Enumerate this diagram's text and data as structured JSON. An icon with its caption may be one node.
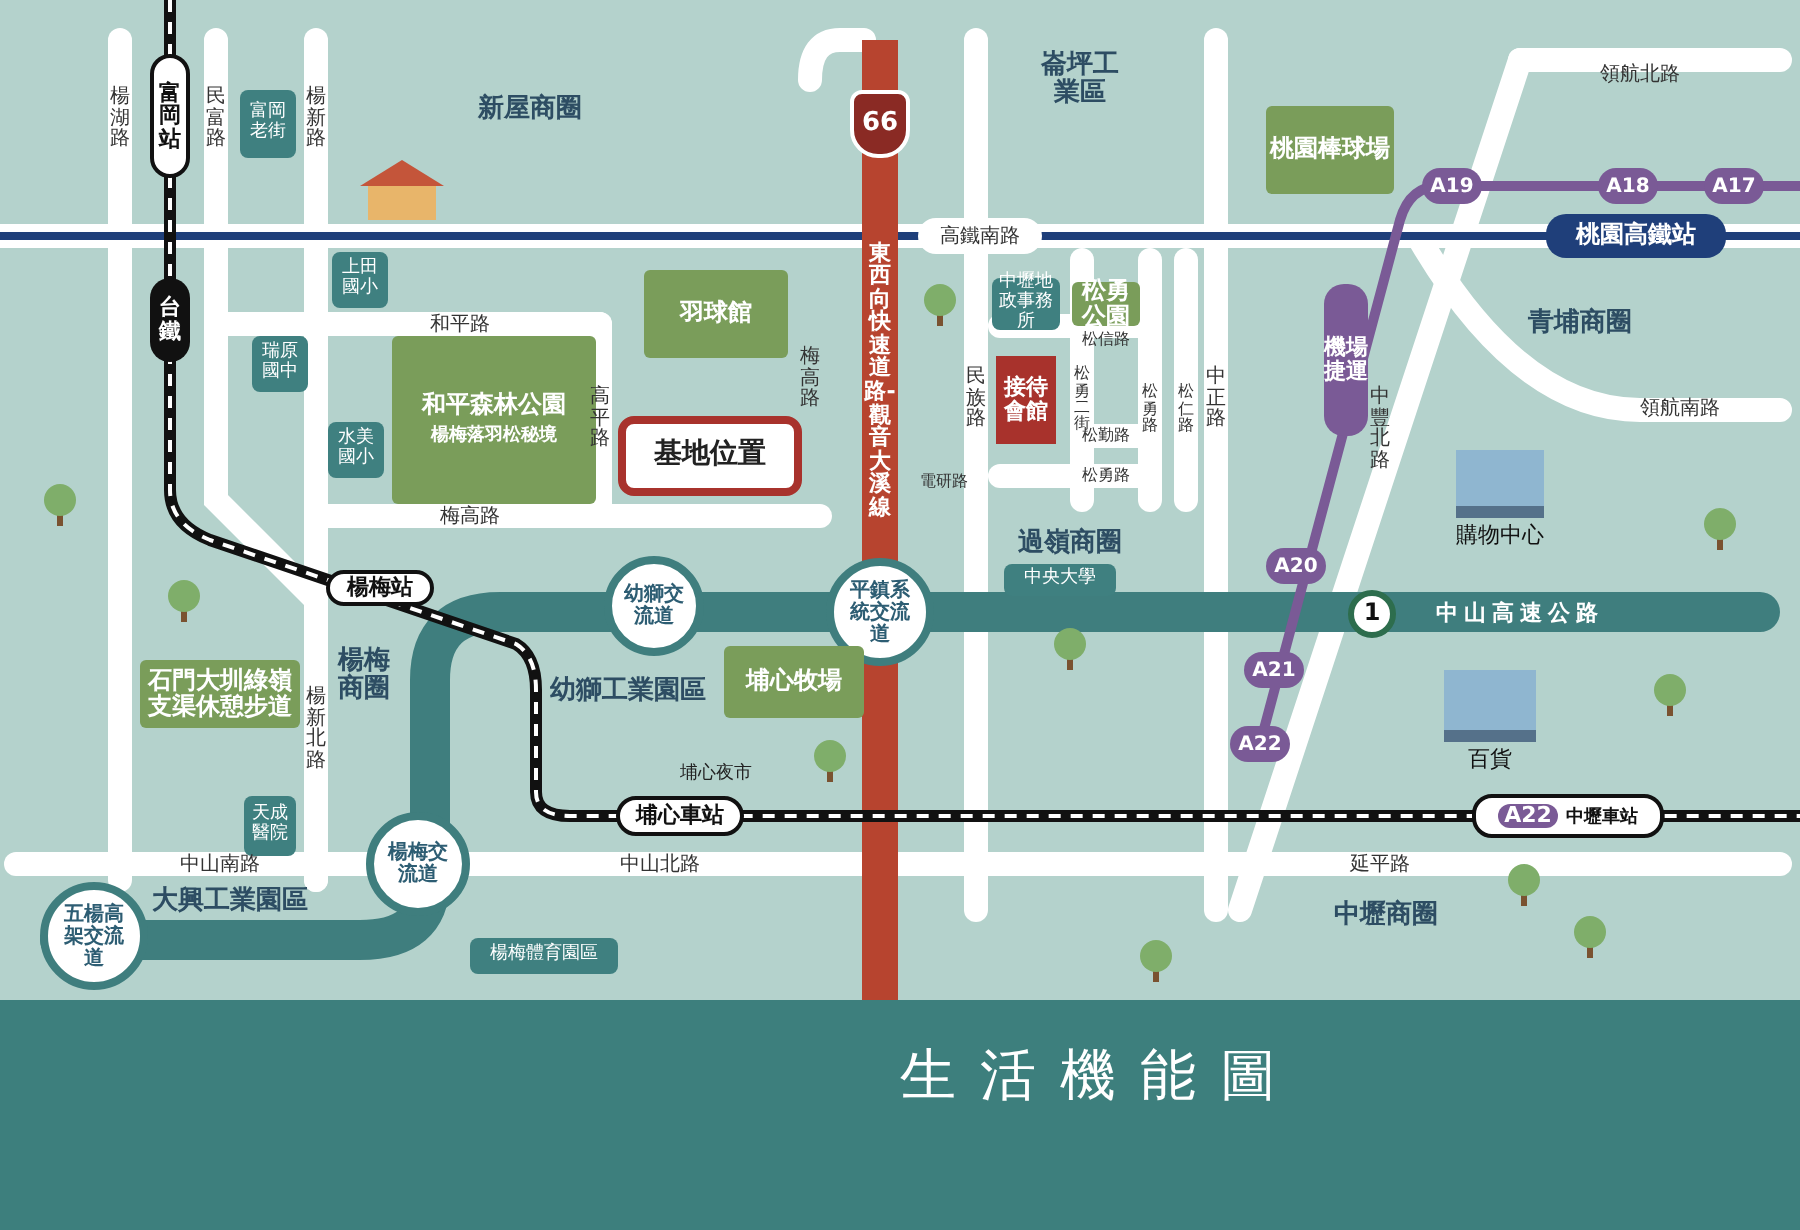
{
  "diagram": {
    "title": "生活機能圖",
    "nodes": [
      {
        "text": [
          "富岡站"
        ]
      },
      {
        "text": [
          "台鐵"
        ]
      },
      {
        "text": [
          "楊梅站"
        ]
      },
      {
        "text": [
          "埔心車站"
        ]
      },
      {
        "text": [
          "A22",
          "中壢車站"
        ]
      },
      {
        "text": [
          "桃園高鐵站"
        ]
      },
      {
        "text": [
          "A17"
        ]
      },
      {
        "text": [
          "A18"
        ]
      },
      {
        "text": [
          "A19"
        ]
      },
      {
        "text": [
          "A20"
        ]
      },
      {
        "text": [
          "A21"
        ]
      },
      {
        "text": [
          "A22"
        ]
      },
      {
        "text": [
          "幼獅交流道"
        ]
      },
      {
        "text": [
          "平鎮系統交流道"
        ]
      },
      {
        "text": [
          "楊梅交流道"
        ]
      },
      {
        "text": [
          "五楊高架交流道"
        ]
      },
      {
        "text": [
          "富岡老街"
        ]
      },
      {
        "text": [
          "上田國小"
        ]
      },
      {
        "text": [
          "瑞原國中"
        ]
      },
      {
        "text": [
          "水美國小"
        ]
      },
      {
        "text": [
          "和平森林公園",
          "楊梅落羽松秘境"
        ]
      },
      {
        "text": [
          "羽球館"
        ]
      },
      {
        "text": [
          "基地位置"
        ]
      },
      {
        "text": [
          "桃園棒球場"
        ]
      },
      {
        "text": [
          "中壢地政事務所"
        ]
      },
      {
        "text": [
          "松勇公園"
        ]
      },
      {
        "text": [
          "接待會館"
        ]
      },
      {
        "text": [
          "中央大學"
        ]
      },
      {
        "text": [
          "石門大圳綠嶺支渠休憩步道"
        ]
      },
      {
        "text": [
          "天成醫院"
        ]
      },
      {
        "text": [
          "楊梅體育園區"
        ]
      },
      {
        "text": [
          "埔心牧場"
        ]
      },
      {
        "text": [
          "66"
        ]
      },
      {
        "text": [
          "1"
        ]
      },
      {
        "text": [
          "機場捷運"
        ]
      }
    ],
    "labels": [
      "楊湖路",
      "民富路",
      "楊新路",
      "新屋商圈",
      "高鐵南路",
      "崙坪工業區",
      "領航北路",
      "和平路",
      "高平路",
      "梅高路",
      "東西向快速道路-觀音大溪線",
      "梅高路",
      "民族路",
      "松信路",
      "松勇二街",
      "松勇路",
      "松仁路",
      "松勤路",
      "電研路",
      "松勇路",
      "中正路",
      "青埔商圈",
      "領航南路",
      "中豐北路",
      "過嶺商圈",
      "中山高速公路",
      "楊梅商圈",
      "楊新北路",
      "幼獅工業園區",
      "埔心夜市",
      "中山南路",
      "中山北路",
      "延平路",
      "大興工業園區",
      "中壢商圈",
      "購物中心",
      "百貨"
    ]
  }
}
